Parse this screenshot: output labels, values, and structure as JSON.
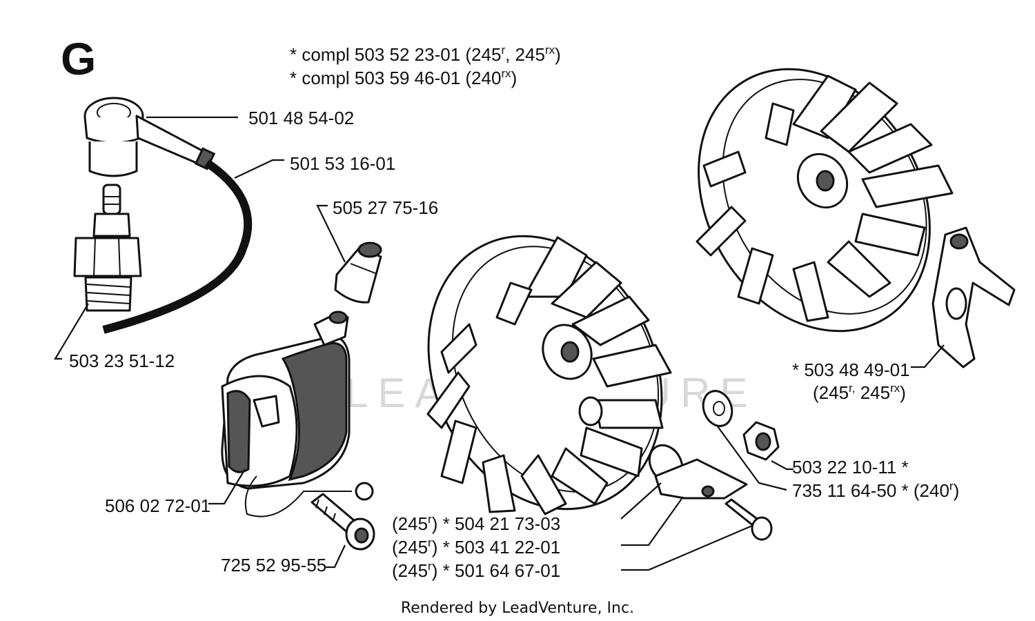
{
  "section_letter": "G",
  "watermark": "LEADVENTURE",
  "footer": "Rendered by LeadVenture, Inc.",
  "notes": [
    {
      "text": "*  compl 503 52 23-01 (245",
      "sup1": "r",
      "mid": ", 245",
      "sup2": "rx",
      "end": ")"
    },
    {
      "text": "*  compl 503 59 46-01 (240",
      "sup1": "rx",
      "mid": ")",
      "sup2": "",
      "end": ""
    }
  ],
  "labels": {
    "cap": "501 48 54-02",
    "cable": "501 53 16-01",
    "nipple": "505 27 75-16",
    "spark_plug": "503 23 51-12",
    "coil": "506 02 72-01",
    "screw": "725 52 95-55",
    "clutch": "*  503 48 49-01",
    "clutch_models": {
      "pre": "(245",
      "sup1": "r,",
      "mid": " 245",
      "sup2": "rx",
      "end": ")"
    },
    "nut": "503 22 10-11  *",
    "washer": {
      "pre": "735 11 64-50  * (240",
      "sup": "r",
      "end": ")"
    },
    "pawl1": {
      "pre": "(245",
      "sup": "r",
      "post": ")  *  504 21 73-03"
    },
    "pawl2": {
      "pre": "(245",
      "sup": "r",
      "post": ")  *  503 41 22-01"
    },
    "pawl3": {
      "pre": "(245",
      "sup": "r",
      "post": ")  *  501 64 67-01"
    }
  }
}
